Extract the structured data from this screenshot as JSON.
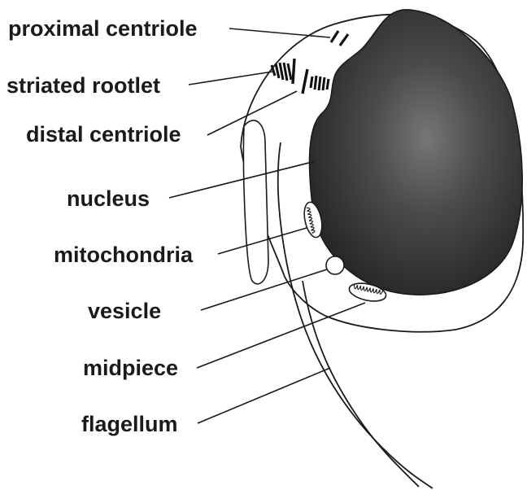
{
  "labels": {
    "proximal_centriole": "proximal centriole",
    "striated_rootlet": "striated rootlet",
    "distal_centriole": "distal centriole",
    "nucleus": "nucleus",
    "mitochondria": "mitochondria",
    "vesicle": "vesicle",
    "midpiece": "midpiece",
    "flagellum": "flagellum"
  },
  "colors": {
    "nucleus_dark": "#2b2b2b",
    "nucleus_light": "#707070",
    "ink": "#1a1a1a",
    "background": "#ffffff"
  }
}
